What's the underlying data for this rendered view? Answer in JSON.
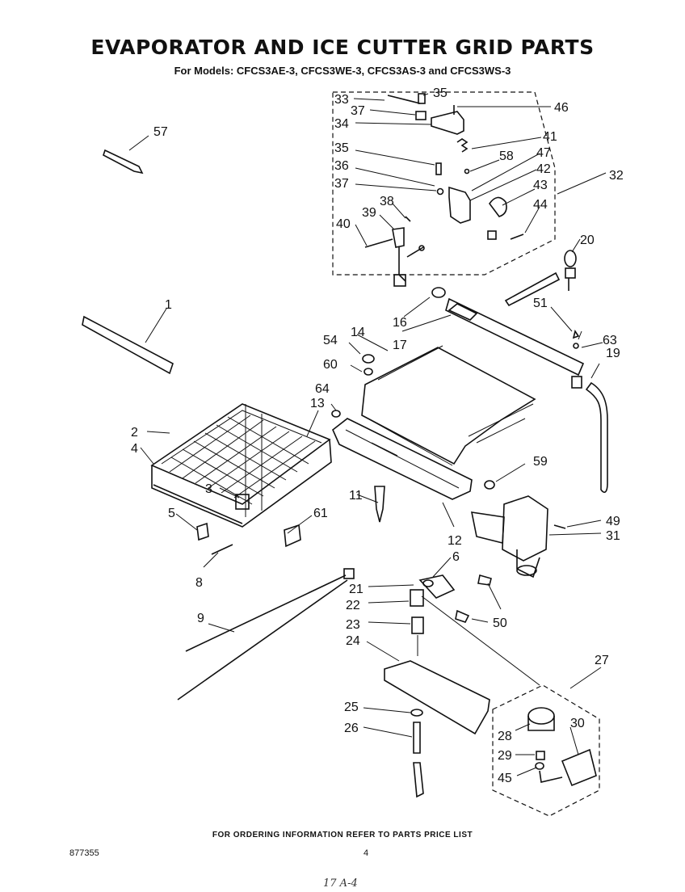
{
  "title": "EVAPORATOR AND ICE CUTTER GRID PARTS",
  "subtitle": "For Models: CFCS3AE-3, CFCS3WE-3, CFCS3AS-3 and CFCS3WS-3",
  "footer": "FOR ORDERING INFORMATION REFER TO PARTS PRICE LIST",
  "code": "877355",
  "page_number": "4",
  "handwritten_note": "17 A-4",
  "callouts": {
    "c1": "1",
    "c2": "2",
    "c3": "3",
    "c4": "4",
    "c5": "5",
    "c6": "6",
    "c8": "8",
    "c9": "9",
    "c11": "11",
    "c12": "12",
    "c13": "13",
    "c14": "14",
    "c16": "16",
    "c17": "17",
    "c19": "19",
    "c20": "20",
    "c21": "21",
    "c22": "22",
    "c23": "23",
    "c24": "24",
    "c25": "25",
    "c26": "26",
    "c27": "27",
    "c28": "28",
    "c29": "29",
    "c30": "30",
    "c31": "31",
    "c32": "32",
    "c33": "33",
    "c34": "34",
    "c35a": "35",
    "c35b": "35",
    "c36": "36",
    "c37a": "37",
    "c37b": "37",
    "c38": "38",
    "c39": "39",
    "c40": "40",
    "c41": "41",
    "c42": "42",
    "c43": "43",
    "c44": "44",
    "c45": "45",
    "c46": "46",
    "c47": "47",
    "c49": "49",
    "c50a": "50",
    "c51": "51",
    "c54": "54",
    "c57": "57",
    "c58": "58",
    "c59": "59",
    "c60": "60",
    "c61": "61",
    "c63": "63",
    "c64": "64"
  }
}
